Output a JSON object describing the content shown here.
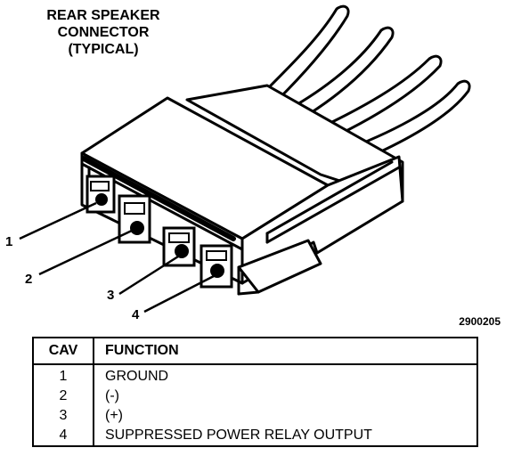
{
  "title": {
    "line1": "REAR SPEAKER",
    "line2": "CONNECTOR",
    "line3": "(TYPICAL)"
  },
  "figure_id": "2900205",
  "pin_labels": [
    "1",
    "2",
    "3",
    "4"
  ],
  "table": {
    "headers": {
      "cav": "CAV",
      "function": "FUNCTION"
    },
    "rows": [
      {
        "cav": "1",
        "function": "GROUND"
      },
      {
        "cav": "2",
        "function": "(-)"
      },
      {
        "cav": "3",
        "function": "(+)"
      },
      {
        "cav": "4",
        "function": "SUPPRESSED POWER RELAY OUTPUT"
      }
    ]
  }
}
